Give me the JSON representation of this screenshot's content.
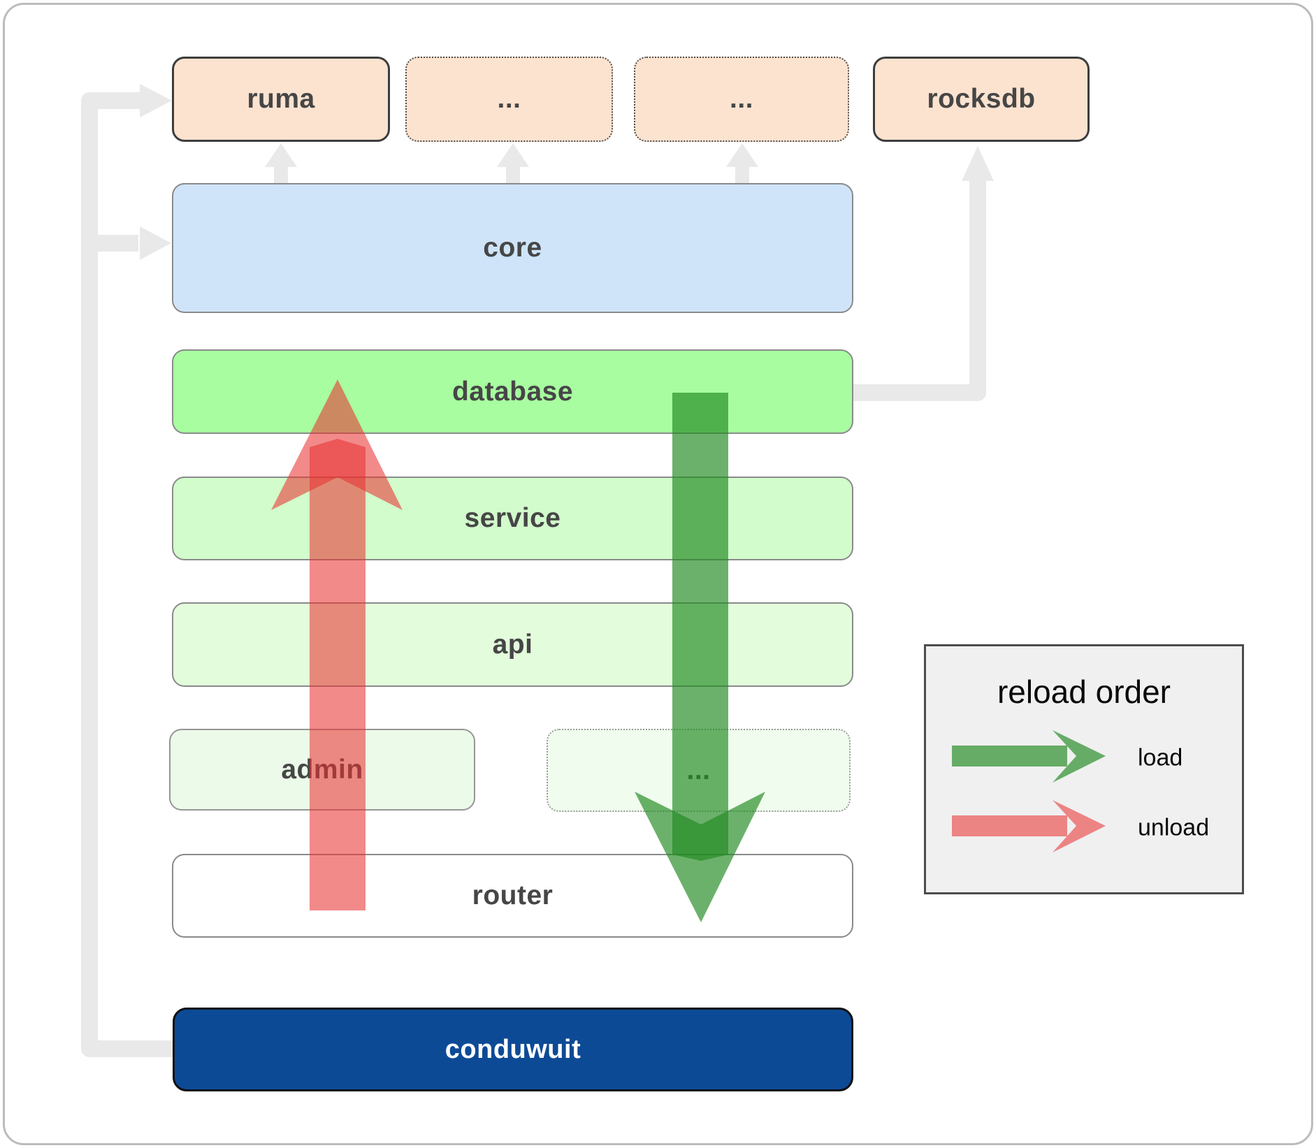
{
  "modules": {
    "ruma": "ruma",
    "dots_a": "...",
    "dots_b": "...",
    "rocksdb": "rocksdb"
  },
  "layers": {
    "core": "core",
    "database": "database",
    "service": "service",
    "api": "api",
    "admin": "admin",
    "dots": "...",
    "router": "router",
    "app": "conduwuit"
  },
  "legend": {
    "title": "reload order",
    "load_label": "load",
    "unload_label": "unload",
    "load_color": "#228b22",
    "unload_color": "#e83232"
  },
  "colors": {
    "module_fill": "#fce3d0",
    "core_fill": "#cfe4f9",
    "database_fill": "#a8fda0",
    "service_fill": "#d2fccb",
    "api_fill": "#e3fddc",
    "admin_fill": "#ecfbe9",
    "router_fill": "#ffffff",
    "conduwuit_fill": "#0d4a96",
    "connector_gray": "#e9e9e9",
    "legend_bg": "#f0f0f0"
  }
}
